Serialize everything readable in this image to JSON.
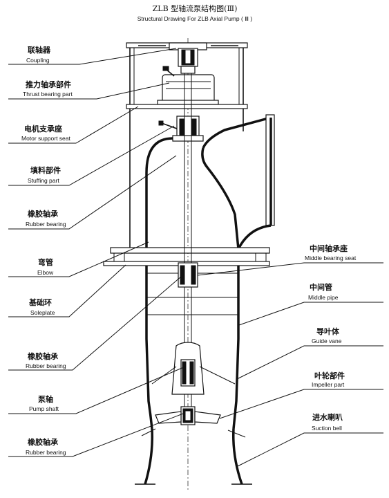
{
  "title": {
    "cn": "ZLB 型轴流泵结构图(Ⅲ)",
    "en": "Structural Drawing For ZLB Axial Pump ( Ⅲ )"
  },
  "left_labels": [
    {
      "cn": "联轴器",
      "en": "Coupling"
    },
    {
      "cn": "推力轴承部件",
      "en": "Thrust bearing part"
    },
    {
      "cn": "电机支承座",
      "en": "Motor support seat"
    },
    {
      "cn": "填料部件",
      "en": "Stuffing part"
    },
    {
      "cn": "橡胶轴承",
      "en": "Rubber bearing"
    },
    {
      "cn": "弯管",
      "en": "Elbow"
    },
    {
      "cn": "基础环",
      "en": "Soleplate"
    },
    {
      "cn": "橡胶轴承",
      "en": "Rubber bearing"
    },
    {
      "cn": "泵轴",
      "en": "Pump shaft"
    },
    {
      "cn": "橡胶轴承",
      "en": "Rubber bearing"
    }
  ],
  "right_labels": [
    {
      "cn": "中间轴承座",
      "en": "Middle bearing seat"
    },
    {
      "cn": "中间管",
      "en": "Middle pipe"
    },
    {
      "cn": "导叶体",
      "en": "Guide vane"
    },
    {
      "cn": "叶轮部件",
      "en": "Impeller part"
    },
    {
      "cn": "进水喇叭",
      "en": "Suction bell"
    }
  ]
}
